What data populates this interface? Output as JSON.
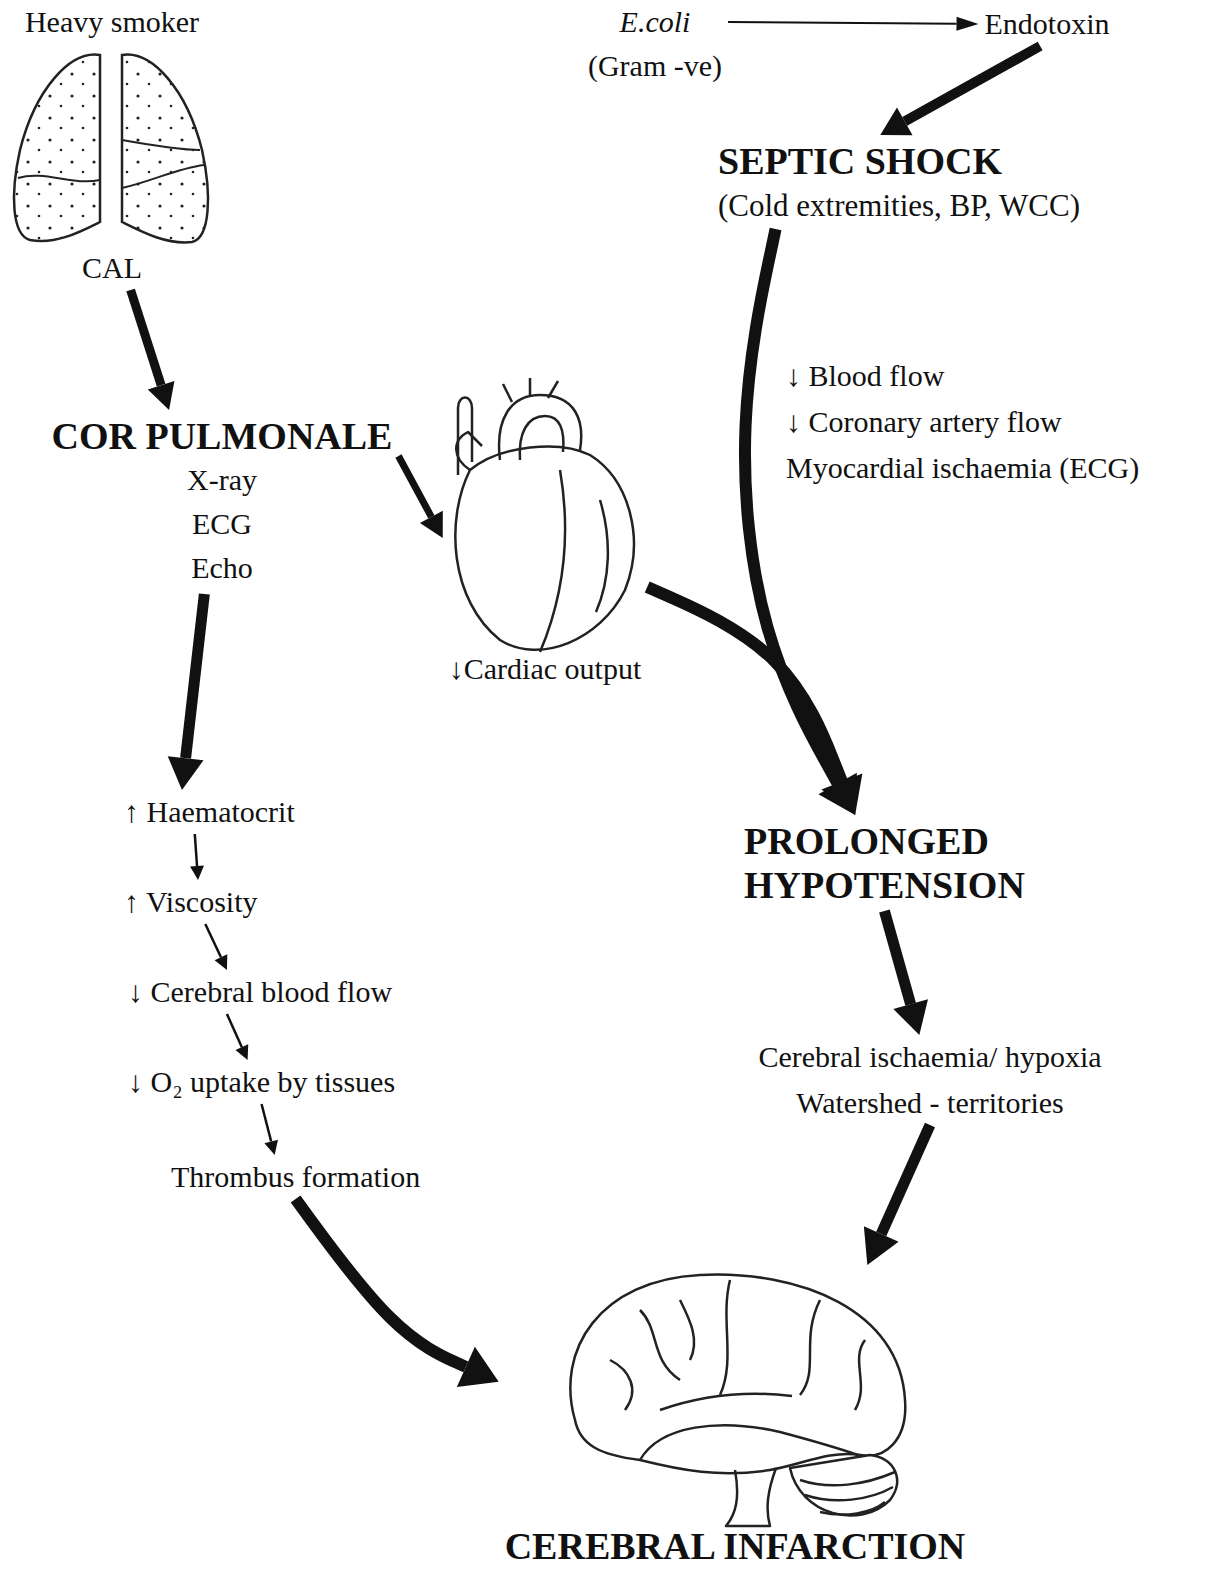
{
  "diagram": {
    "nodes": [
      {
        "text": [
          "Heavy smoker",
          "CAL"
        ]
      },
      {
        "text": [
          "E.coli",
          "(Gram -ve)"
        ]
      },
      {
        "text": [
          "Endotoxin"
        ]
      },
      {
        "text": [
          "SEPTIC SHOCK",
          "(Cold extremities, BP, WCC)"
        ]
      },
      {
        "text": [
          "COR PULMONALE",
          "X-ray",
          "ECG",
          "Echo"
        ]
      },
      {
        "text": [
          "↓Cardiac output"
        ]
      },
      {
        "text": [
          "↑ Haematocrit"
        ]
      },
      {
        "text": [
          "↑ Viscosity"
        ]
      },
      {
        "text": [
          "↓ Cerebral blood flow"
        ]
      },
      {
        "text": [
          "↓ O₂ uptake by tissues"
        ]
      },
      {
        "text": [
          "Thrombus formation"
        ]
      },
      {
        "text": [
          "PROLONGED HYPOTENSION"
        ]
      },
      {
        "text": [
          "Cerebral ischaemia/ hypoxia",
          "Watershed - territories"
        ]
      },
      {
        "text": [
          "CEREBRAL INFARCTION"
        ]
      }
    ],
    "edges": [
      {
        "from": 0,
        "to": 4,
        "arrow": "to"
      },
      {
        "from": 1,
        "to": 2,
        "arrow": "to"
      },
      {
        "from": 2,
        "to": 3,
        "arrow": "to"
      },
      {
        "from": 3,
        "to": 11,
        "arrow": "to"
      },
      {
        "from": 4,
        "to": 5,
        "arrow": "to"
      },
      {
        "from": 5,
        "to": 11,
        "arrow": "to"
      },
      {
        "from": 4,
        "to": 6,
        "arrow": "to"
      },
      {
        "from": 6,
        "to": 7,
        "arrow": "to"
      },
      {
        "from": 7,
        "to": 8,
        "arrow": "to"
      },
      {
        "from": 8,
        "to": 9,
        "arrow": "to"
      },
      {
        "from": 9,
        "to": 10,
        "arrow": "to"
      },
      {
        "from": 10,
        "to": 13,
        "arrow": "to"
      },
      {
        "from": 11,
        "to": 12,
        "arrow": "to"
      },
      {
        "from": 12,
        "to": 13,
        "arrow": "to"
      }
    ],
    "labels": [
      "↓ Blood flow",
      "↓ Coronary artery flow",
      "Myocardial ischaemia (ECG)"
    ]
  }
}
